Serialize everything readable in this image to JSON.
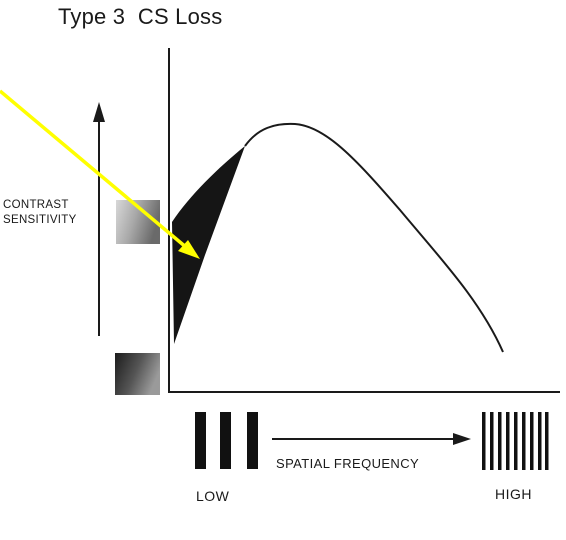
{
  "title": "Type 3  CS Loss",
  "y_axis": {
    "label_line1": "CONTRAST",
    "label_line2": "SENSITIVITY"
  },
  "x_axis": {
    "label": "SPATIAL FREQUENCY",
    "low_label": "LOW",
    "high_label": "HIGH"
  },
  "colors": {
    "curve": "#1a1a1a",
    "loss_region": "#151515",
    "annotation_arrow": "#ffff00"
  }
}
